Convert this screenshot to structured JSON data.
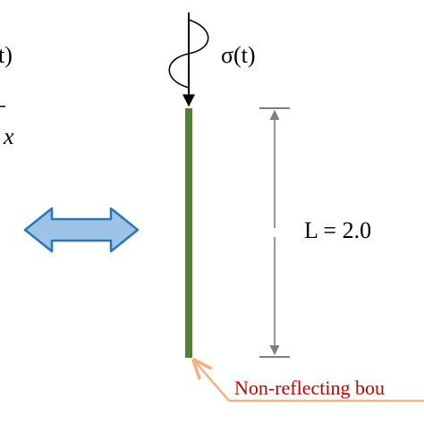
{
  "labels": {
    "sigma_left_partial": "t)",
    "x_left_partial": "x",
    "sigma_t": "σ(t)",
    "length": "L = 2.0",
    "boundary": "Non-reflecting bou"
  },
  "colors": {
    "bar": "#548235",
    "double_arrow_fill": "#9dc3e6",
    "double_arrow_stroke": "#2e75b6",
    "dimension_line": "#7f7f7f",
    "callout": "#f4b183",
    "boundary_text": "#c00000",
    "ink": "#000000"
  },
  "icons": {
    "double_arrow": "double-headed-arrow-icon",
    "wave": "sine-wave-icon"
  }
}
